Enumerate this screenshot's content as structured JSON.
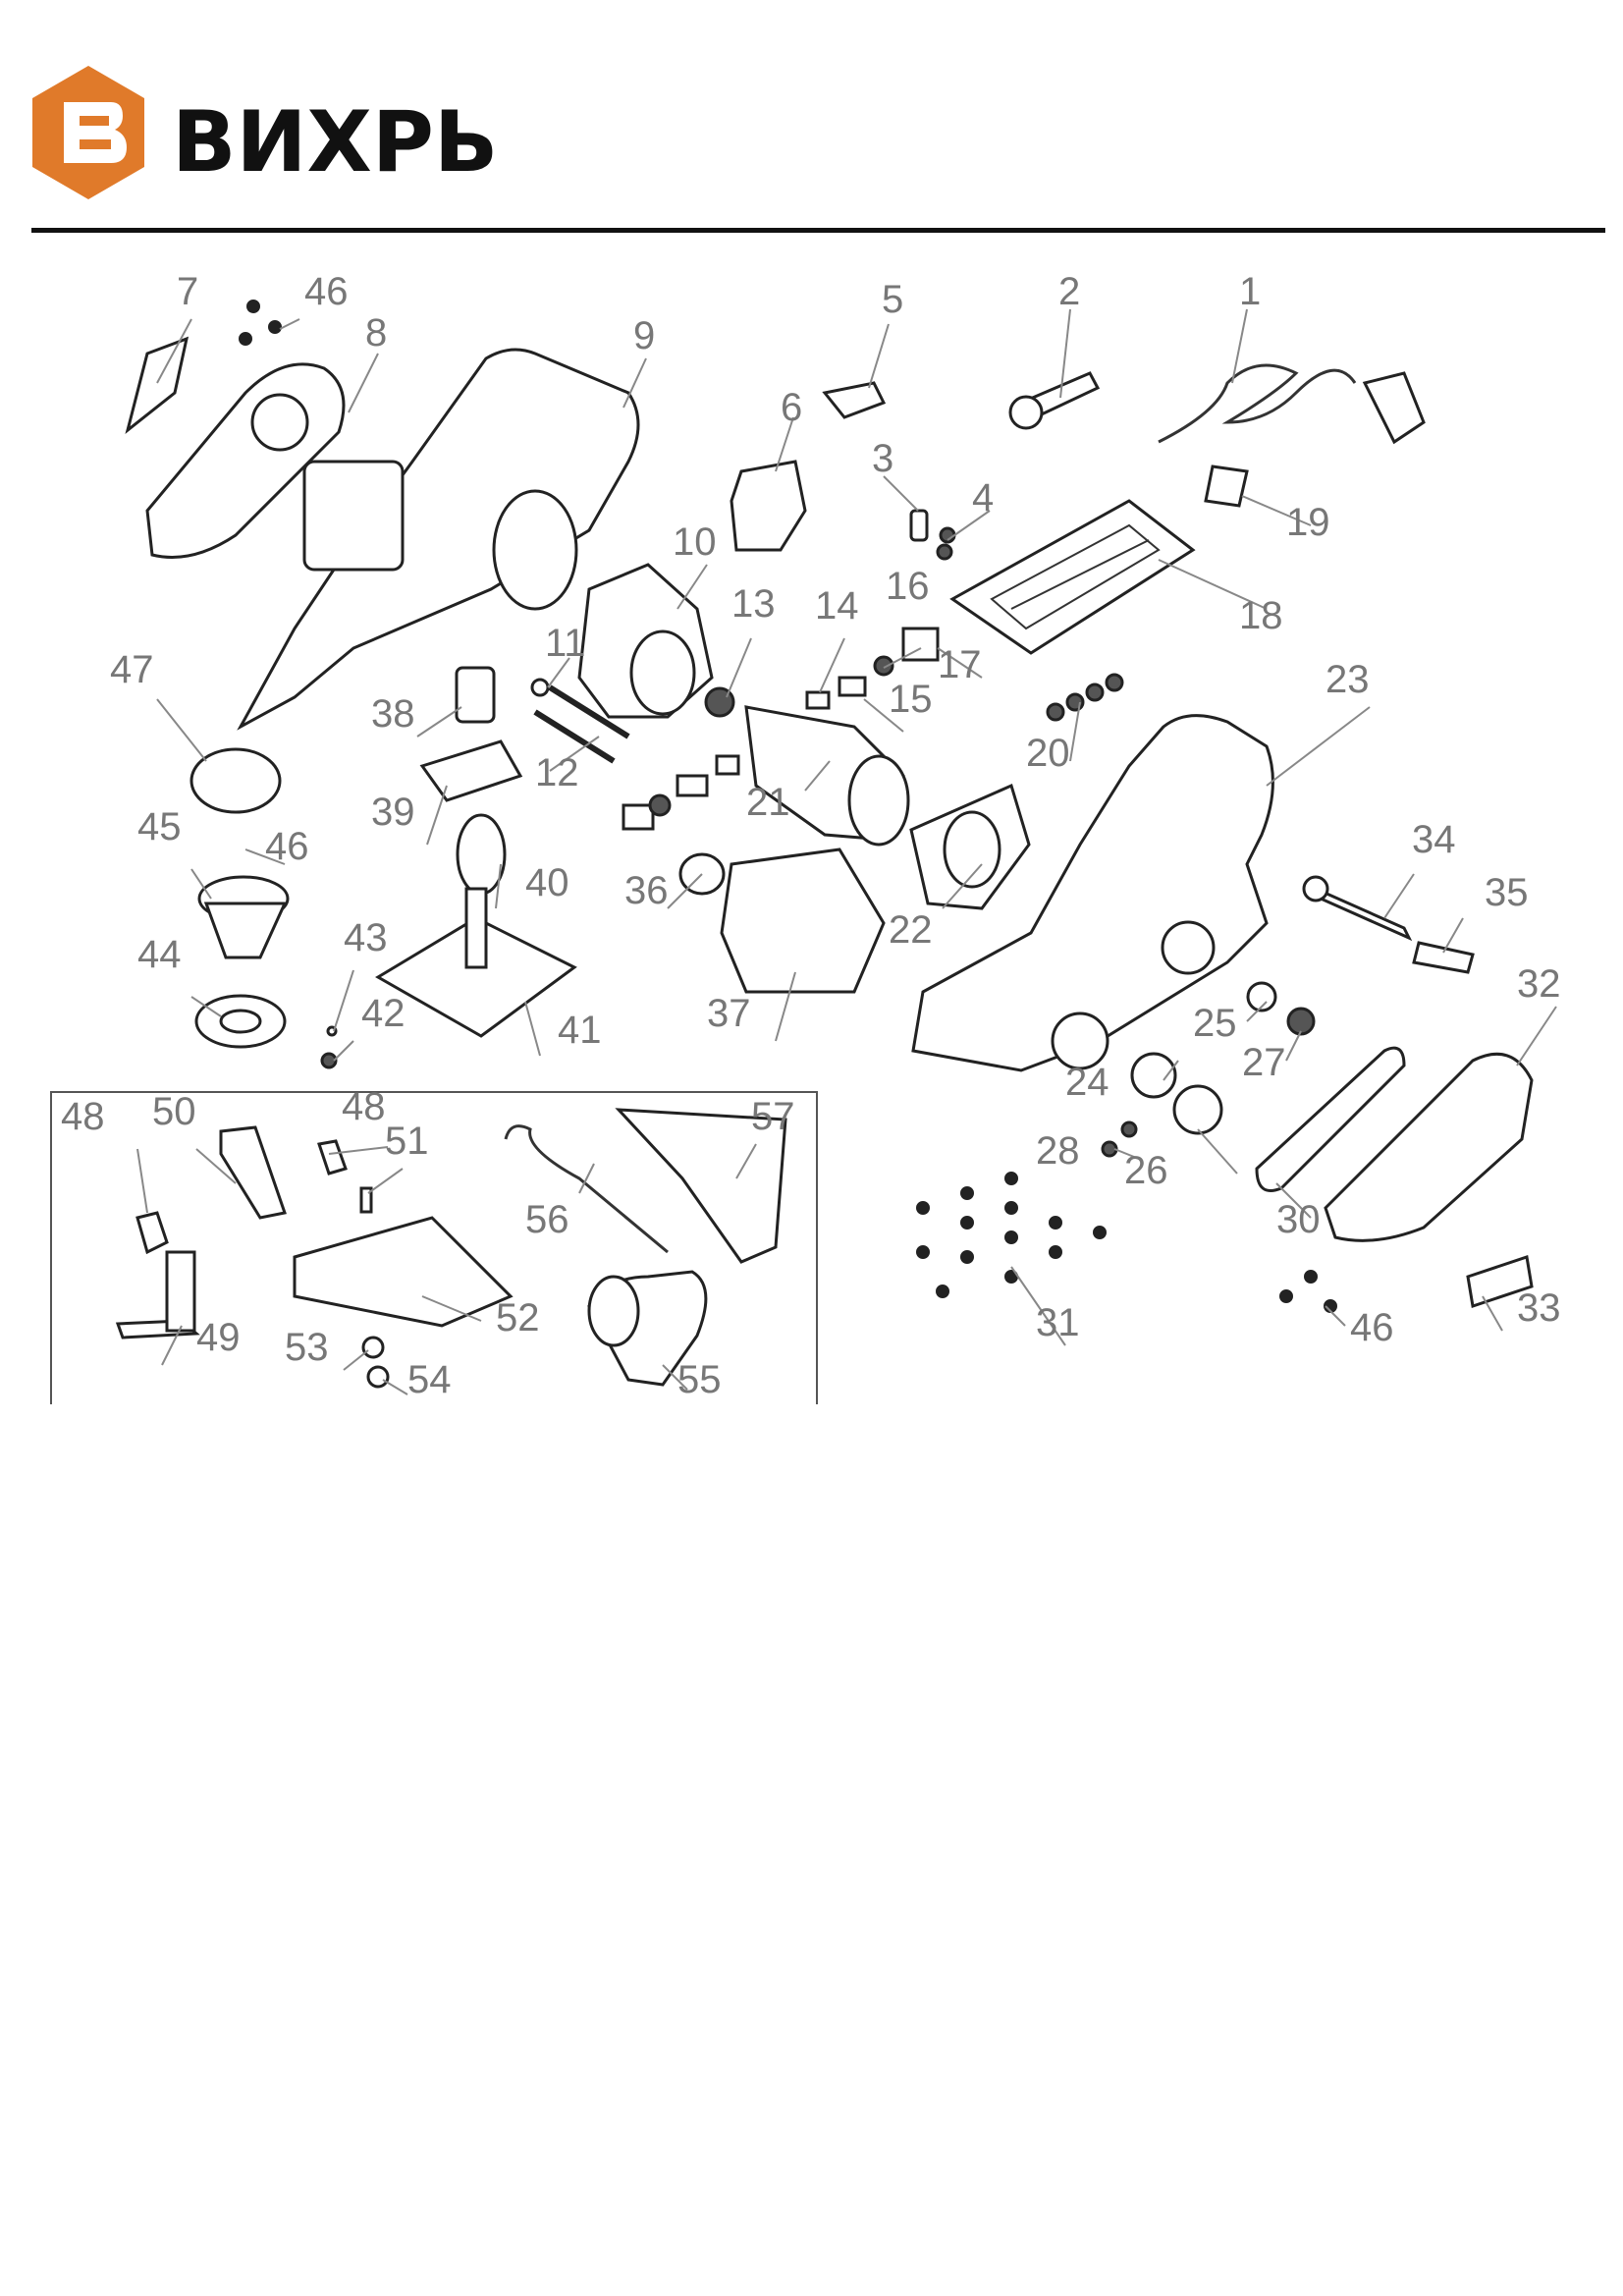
{
  "header": {
    "brand_name": "ВИХРЬ",
    "brand_color": "#E07A2A",
    "logo_icon": "hexagon-b-logo-icon"
  },
  "diagram": {
    "labels": [
      "1",
      "2",
      "3",
      "4",
      "5",
      "6",
      "7",
      "8",
      "9",
      "10",
      "11",
      "12",
      "13",
      "14",
      "15",
      "16",
      "17",
      "18",
      "19",
      "20",
      "21",
      "22",
      "23",
      "24",
      "25",
      "26",
      "27",
      "28",
      "30",
      "31",
      "32",
      "33",
      "34",
      "35",
      "36",
      "37",
      "38",
      "39",
      "40",
      "41",
      "42",
      "43",
      "44",
      "45",
      "46",
      "47",
      "48",
      "49",
      "50",
      "51",
      "52",
      "53",
      "54",
      "55",
      "56",
      "57"
    ],
    "repeat_labels": {
      "46": [
        "46",
        "46",
        "46"
      ],
      "48": [
        "48",
        "48"
      ]
    }
  }
}
